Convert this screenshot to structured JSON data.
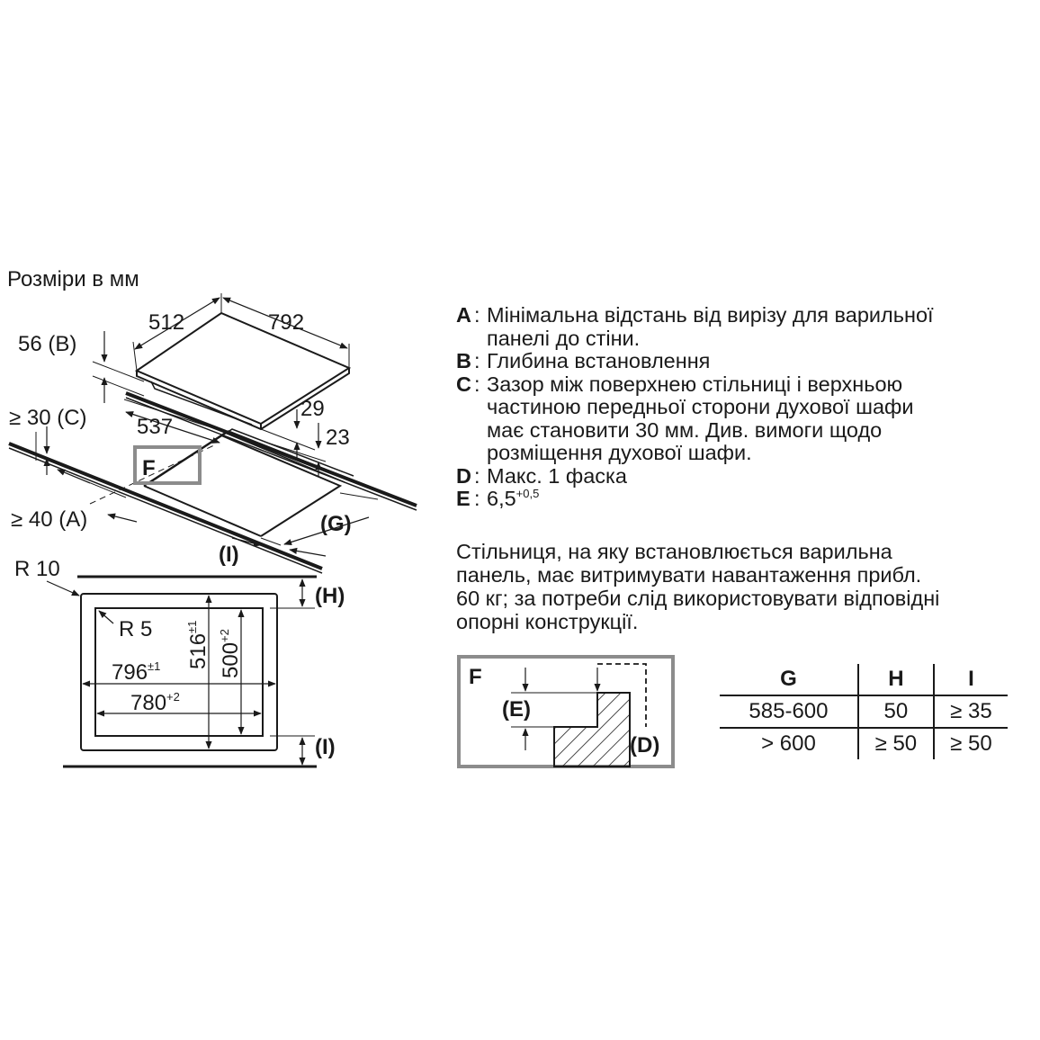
{
  "title": "Розміри в мм",
  "dims": {
    "hob_depth": "512",
    "hob_width": "792",
    "b": "56 (B)",
    "c": "≥ 30 (C)",
    "a": "≥ 40 (A)",
    "d537": "537",
    "d29": "29",
    "d23": "23",
    "f": "F",
    "g": "(G)",
    "i": "(I)",
    "r10": "R 10",
    "r5": "R 5",
    "w796": "796",
    "w796_tol": "±1",
    "w780": "780",
    "w780_tol": "+2",
    "h516": "516",
    "h516_tol": "±1",
    "h500": "500",
    "h500_tol": "+2",
    "h_label": "(H)",
    "i_label": "(I)"
  },
  "detail": {
    "f": "F",
    "e": "(E)",
    "d": "(D)"
  },
  "legend": [
    {
      "key": "A",
      "lines": [
        "Мінімальна відстань від вирізу для варильної",
        "панелі до стіни."
      ]
    },
    {
      "key": "B",
      "lines": [
        "Глибина встановлення"
      ]
    },
    {
      "key": "C",
      "lines": [
        "Зазор між поверхнею стільниці і верхньою",
        "частиною передньої сторони духової шафи",
        "має становити 30 мм. Див. вимоги щодо",
        "розміщення духової шафи."
      ]
    },
    {
      "key": "D",
      "lines": [
        "Макс. 1 фаска"
      ]
    },
    {
      "key": "E",
      "text": "6,5",
      "sup": "+0,5"
    }
  ],
  "note": [
    "Стільниця, на яку встановлюється варильна",
    "панель, має витримувати навантаження прибл.",
    "60 кг; за потреби слід використовувати відповідні",
    "опорні конструкції."
  ],
  "table": {
    "headers": [
      "G",
      "H",
      "I"
    ],
    "rows": [
      [
        "585-600",
        "50",
        "≥ 35"
      ],
      [
        "> 600",
        "≥ 50",
        "≥ 50"
      ]
    ]
  }
}
